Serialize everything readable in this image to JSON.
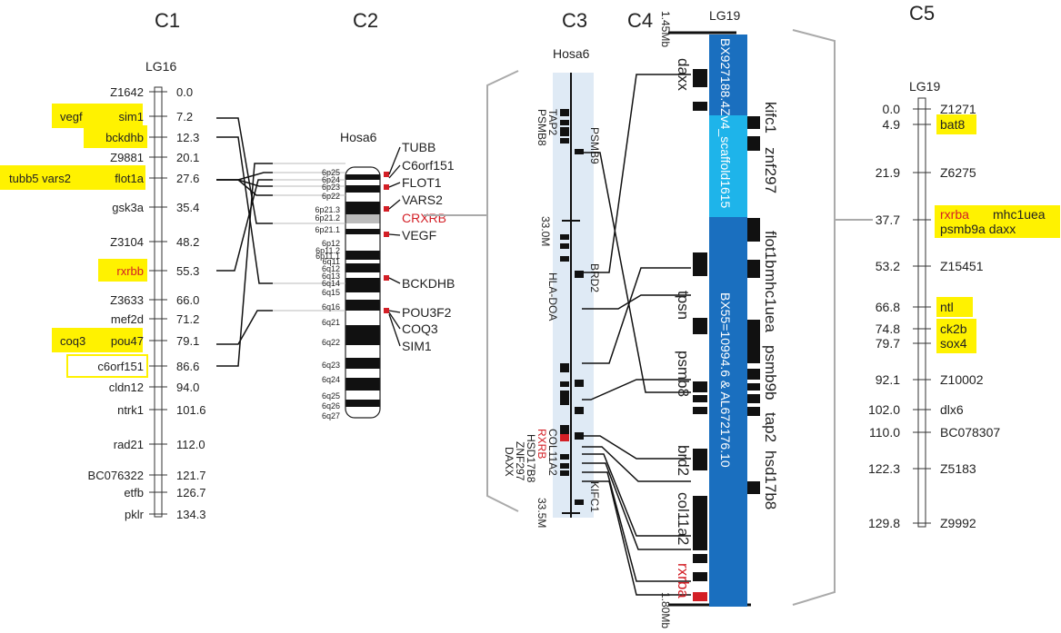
{
  "colors": {
    "highlight": "#fff200",
    "red": "#d31f26",
    "blue": "#1a6fbf",
    "lightblue": "#1eb4ea",
    "paleblue": "#dfeaf5",
    "black": "#111111"
  },
  "c1": {
    "title": "C1",
    "lg": "LG16",
    "loci": [
      {
        "name": "Z1642",
        "pos": "0.0"
      },
      {
        "name": "sim1",
        "pos": "7.2",
        "hl": true,
        "extra": "vegf"
      },
      {
        "name": "bckdhb",
        "pos": "12.3",
        "hl": true
      },
      {
        "name": "Z9881",
        "pos": "20.1"
      },
      {
        "name": "flot1a",
        "pos": "27.6",
        "hl": true,
        "extra": "tubb5   vars2"
      },
      {
        "name": "gsk3a",
        "pos": "35.4"
      },
      {
        "name": "Z3104",
        "pos": "48.2"
      },
      {
        "name": "rxrbb",
        "pos": "55.3",
        "hl": true,
        "red": true
      },
      {
        "name": "Z3633",
        "pos": "66.0"
      },
      {
        "name": "mef2d",
        "pos": "71.2"
      },
      {
        "name": "pou47",
        "pos": "79.1",
        "hl": true,
        "extra": "coq3"
      },
      {
        "name": "c6orf151",
        "pos": "86.6",
        "box": true
      },
      {
        "name": "cldn12",
        "pos": "94.0"
      },
      {
        "name": "ntrk1",
        "pos": "101.6"
      },
      {
        "name": "rad21",
        "pos": "112.0"
      },
      {
        "name": "BC076322",
        "pos": "121.7"
      },
      {
        "name": "etfb",
        "pos": "126.7"
      },
      {
        "name": "pklr",
        "pos": "134.3"
      }
    ]
  },
  "c2": {
    "title": "C2",
    "chrom": "Hosa6",
    "bands": [
      "6p25",
      "6p24",
      "6p23",
      "6p22",
      "6p21.3",
      "6p21.2",
      "6p21.1",
      "6p12",
      "6p11.2",
      "6p11.1",
      "6q11",
      "6q12",
      "6q13",
      "6q14",
      "6q15",
      "6q16",
      "6q21",
      "6q22",
      "6q23",
      "6q24",
      "6q25",
      "6q26",
      "6q27"
    ],
    "genes": [
      "TUBB",
      "C6orf151",
      "FLOT1",
      "VARS2",
      "CRXRB",
      "VEGF",
      "BCKDHB",
      "POU3F2",
      "COQ3",
      "SIM1"
    ]
  },
  "c3": {
    "title": "C3",
    "chrom": "Hosa6",
    "start": "33.0M",
    "end": "33.5M",
    "left_genes": [
      "TAP2",
      "PSMB8",
      "HLA-DOA",
      "COL11A2",
      "RXRB",
      "HSD17B8",
      "ZNF297",
      "DAXX"
    ],
    "right_genes": [
      "PSMB9",
      "BRD2",
      "KIFC1"
    ]
  },
  "c4": {
    "title": "C4",
    "lg": "LG19",
    "start": "1.45Mb",
    "end": "1.80Mb",
    "clone1": "BX927188.4Zv4_scaffold1615",
    "clone2": "BX55=10994.6 & AL672176.10",
    "left_genes": [
      "daxx",
      "tpsn",
      "psmb8",
      "brd2",
      "col11a2",
      "rxrba"
    ],
    "right_genes": [
      "kifc1",
      "znf297",
      "flot1b",
      "mhc1uea",
      "psmb9b",
      "tap2",
      "hsd17b8"
    ]
  },
  "c5": {
    "title": "C5",
    "lg": "LG19",
    "loci": [
      {
        "pos": "0.0",
        "name": "Z1271"
      },
      {
        "pos": "4.9",
        "name": "bat8",
        "hl": true
      },
      {
        "pos": "21.9",
        "name": "Z6275"
      },
      {
        "pos": "37.7",
        "name": "rxrba",
        "hl": true,
        "red": true,
        "extra": "mhc1uea",
        "line2": "psmb9a   daxx"
      },
      {
        "pos": "53.2",
        "name": "Z15451"
      },
      {
        "pos": "66.8",
        "name": "ntl",
        "hl": true
      },
      {
        "pos": "74.8",
        "name": "ck2b",
        "hl": true
      },
      {
        "pos": "79.7",
        "name": "sox4",
        "hl": true
      },
      {
        "pos": "92.1",
        "name": "Z10002"
      },
      {
        "pos": "102.0",
        "name": "dlx6"
      },
      {
        "pos": "110.0",
        "name": "BC078307"
      },
      {
        "pos": "122.3",
        "name": "Z5183"
      },
      {
        "pos": "129.8",
        "name": "Z9992"
      }
    ]
  }
}
